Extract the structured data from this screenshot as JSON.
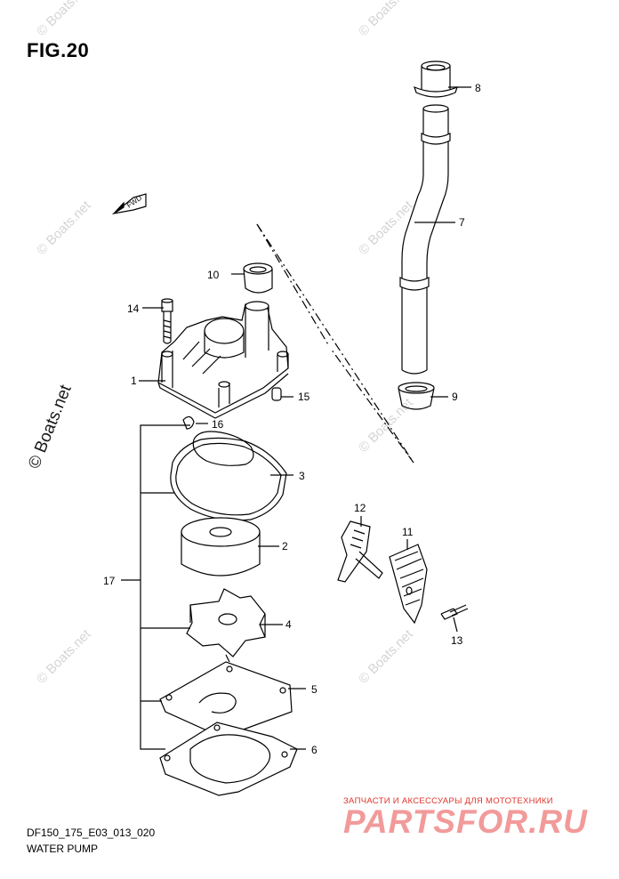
{
  "figure": {
    "title": "FIG.20",
    "code": "DF150_175_E03_013_020",
    "caption": "WATER PUMP"
  },
  "fwd_arrow_label": "FWD",
  "callouts": [
    {
      "num": "1",
      "part": "pump-case"
    },
    {
      "num": "2",
      "part": "insert"
    },
    {
      "num": "3",
      "part": "o-ring"
    },
    {
      "num": "4",
      "part": "impeller"
    },
    {
      "num": "5",
      "part": "upper-plate-gasket"
    },
    {
      "num": "6",
      "part": "lower-gasket"
    },
    {
      "num": "7",
      "part": "water-tube"
    },
    {
      "num": "8",
      "part": "upper-tube-seal"
    },
    {
      "num": "9",
      "part": "lower-tube-seal"
    },
    {
      "num": "10",
      "part": "case-seal"
    },
    {
      "num": "11",
      "part": "guide-plate"
    },
    {
      "num": "12",
      "part": "guide"
    },
    {
      "num": "13",
      "part": "guide-screw"
    },
    {
      "num": "14",
      "part": "case-bolt"
    },
    {
      "num": "15",
      "part": "pin"
    },
    {
      "num": "16",
      "part": "key"
    },
    {
      "num": "17",
      "part": "water-pump-kit"
    }
  ],
  "watermarks": {
    "small": "© Boats.net",
    "big": "© Boats.net"
  },
  "branding": {
    "tagline": "ЗАПЧАСТИ И АКСЕССУАРЫ ДЛЯ МОТОТЕХНИКИ",
    "logo": "PARTSFOR.RU"
  },
  "colors": {
    "line": "#000000",
    "watermark": "#d4d4d4",
    "brand_red": "#e0352c",
    "brand_logo": "#f29a9a"
  }
}
